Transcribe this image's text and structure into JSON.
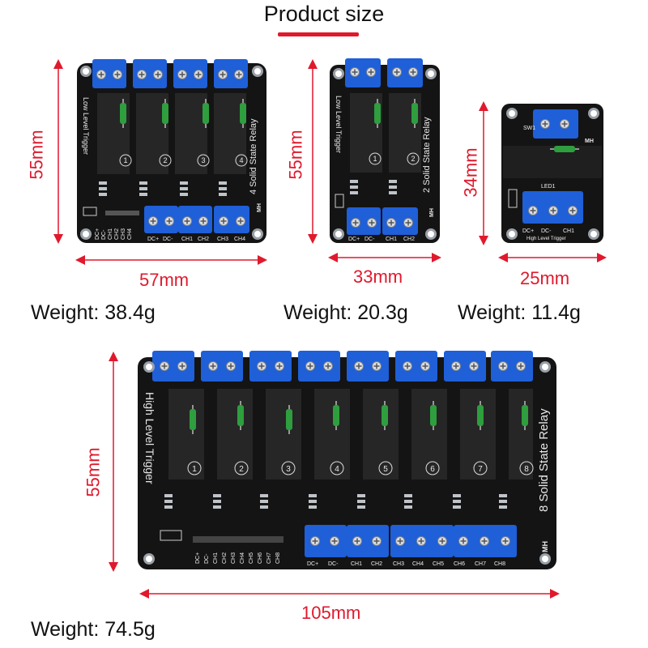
{
  "header": {
    "title": "Product size"
  },
  "boards": {
    "four": {
      "height_label": "55mm",
      "width_label": "57mm",
      "weight": "Weight: 38.4g",
      "name": "4 Solid State Relay",
      "trigger": "Low Level Trigger",
      "channels": [
        "1",
        "2",
        "3",
        "4"
      ],
      "bottom_labels": [
        "DC+",
        "DC-",
        "CH1",
        "CH2",
        "CH3",
        "CH4"
      ],
      "pins": [
        "DC+",
        "DC-",
        "CH1",
        "CH2",
        "CH3",
        "CH4"
      ]
    },
    "two": {
      "height_label": "55mm",
      "width_label": "33mm",
      "weight": "Weight: 20.3g",
      "name": "2 Solid State Relay",
      "trigger": "Low Level Trigger",
      "channels": [
        "1",
        "2"
      ],
      "bottom_labels": [
        "DC+",
        "DC-",
        "CH1",
        "CH2"
      ]
    },
    "one": {
      "height_label": "34mm",
      "width_label": "25mm",
      "weight": "Weight: 11.4g",
      "switch": "SW1",
      "led": "LED1",
      "trigger": "High Level Trigger",
      "bottom_labels": [
        "DC+",
        "DC-",
        "CH1"
      ]
    },
    "eight": {
      "height_label": "55mm",
      "width_label": "105mm",
      "weight": "Weight: 74.5g",
      "name": "8 Solid State Relay",
      "trigger": "High Level Trigger",
      "channels": [
        "1",
        "2",
        "3",
        "4",
        "5",
        "6",
        "7",
        "8"
      ],
      "bottom_labels": [
        "DC+",
        "DC-",
        "CH1",
        "CH2",
        "CH3",
        "CH4",
        "CH5",
        "CH6",
        "CH7",
        "CH8"
      ],
      "pins": [
        "DC+",
        "DC-",
        "CH1",
        "CH2",
        "CH3",
        "CH4",
        "CH5",
        "CH6",
        "CH7",
        "CH8"
      ]
    }
  },
  "brand": "MH",
  "colors": {
    "accent": "#e0192d",
    "pcb": "#141414",
    "terminal": "#1f5fd8",
    "resistor": "#2e9e3e"
  }
}
